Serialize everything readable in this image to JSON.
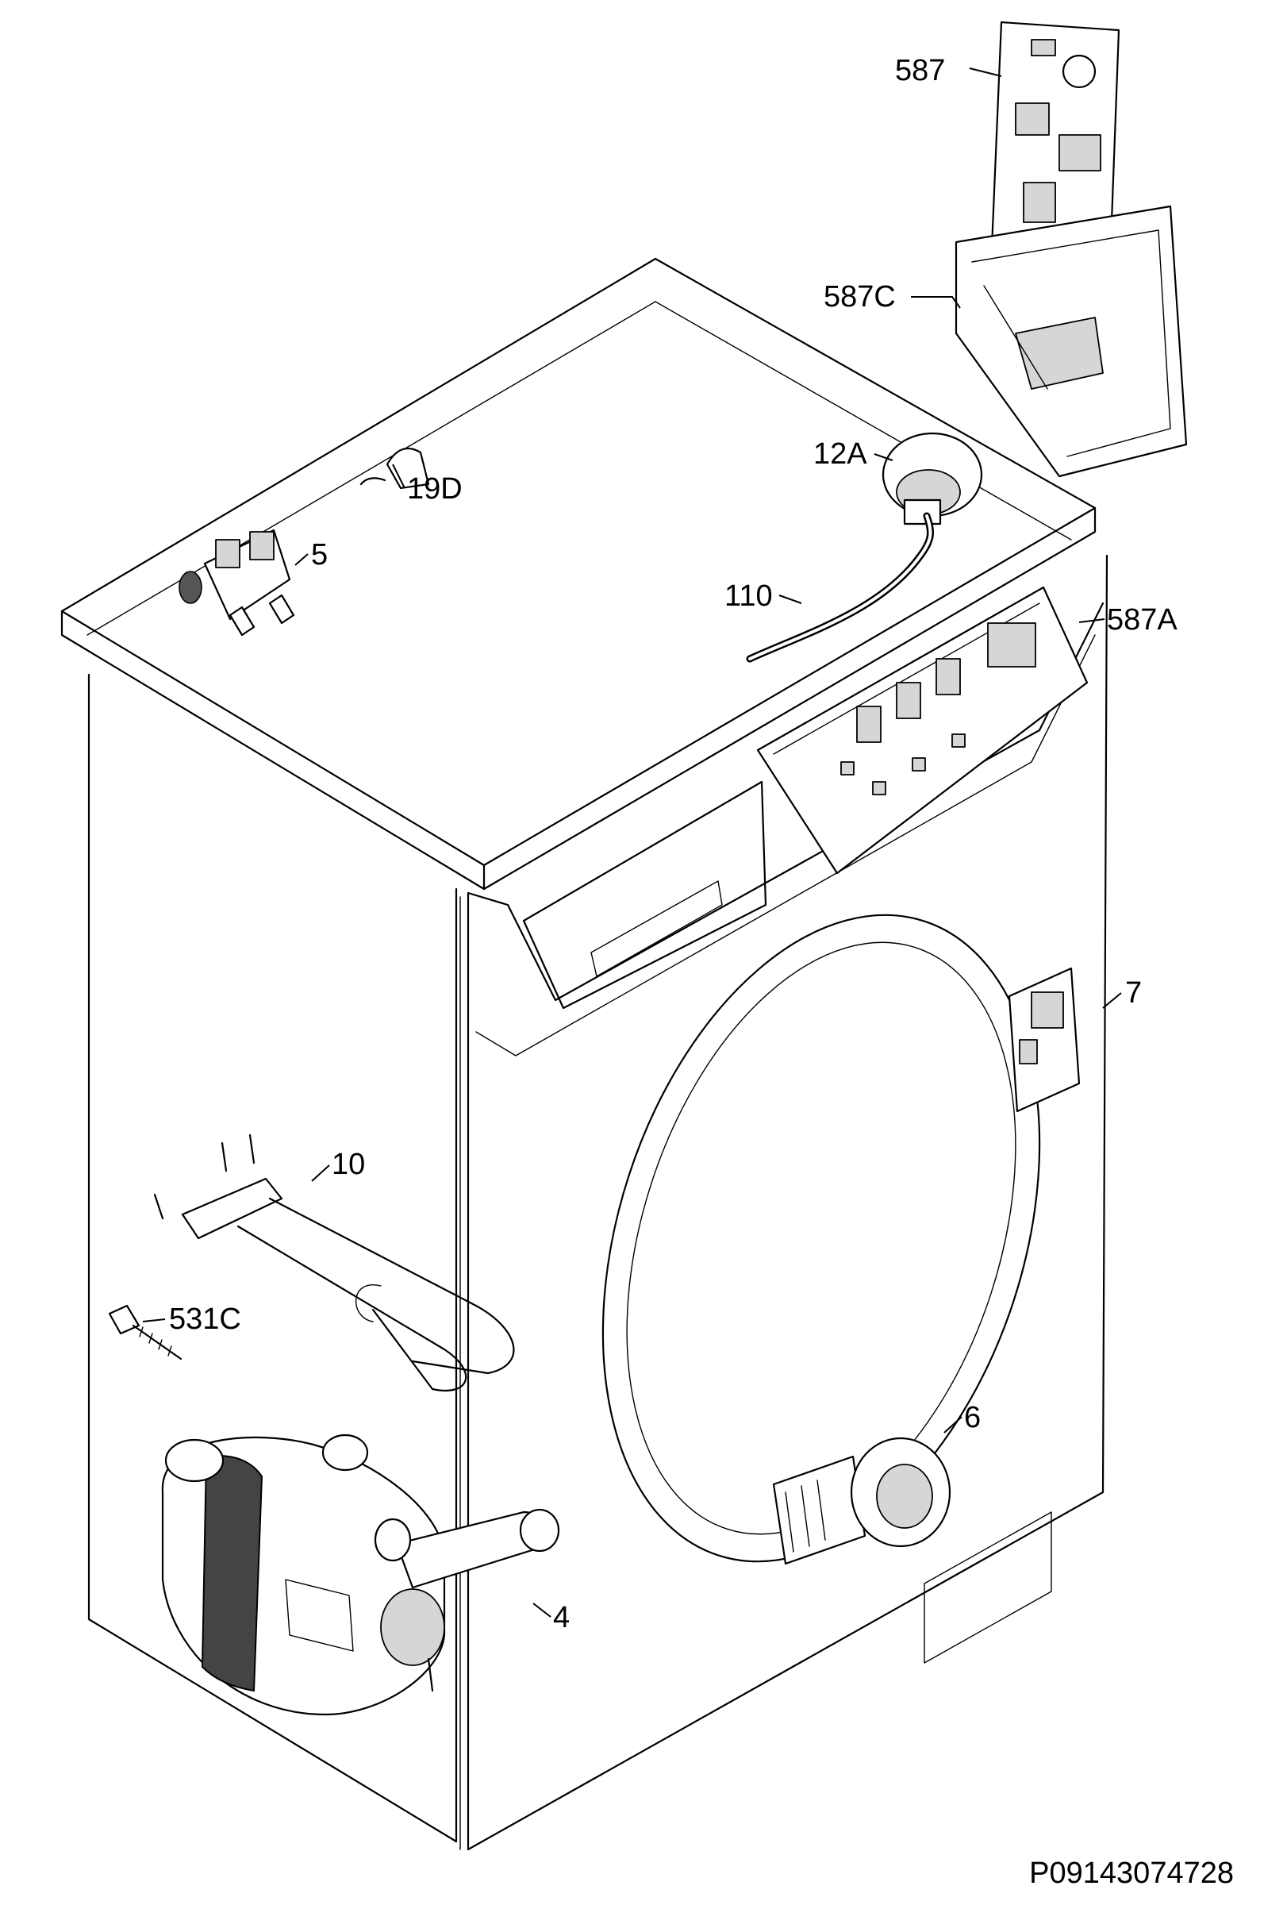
{
  "drawing_code": "P09143074728",
  "callouts": [
    {
      "id": "587",
      "text": "587"
    },
    {
      "id": "587C",
      "text": "587C"
    },
    {
      "id": "12A",
      "text": "12A"
    },
    {
      "id": "19D",
      "text": "19D"
    },
    {
      "id": "5",
      "text": "5"
    },
    {
      "id": "110",
      "text": "110"
    },
    {
      "id": "587A",
      "text": "587A"
    },
    {
      "id": "7",
      "text": "7"
    },
    {
      "id": "10",
      "text": "10"
    },
    {
      "id": "531C",
      "text": "531C"
    },
    {
      "id": "6",
      "text": "6"
    },
    {
      "id": "4",
      "text": "4"
    }
  ]
}
